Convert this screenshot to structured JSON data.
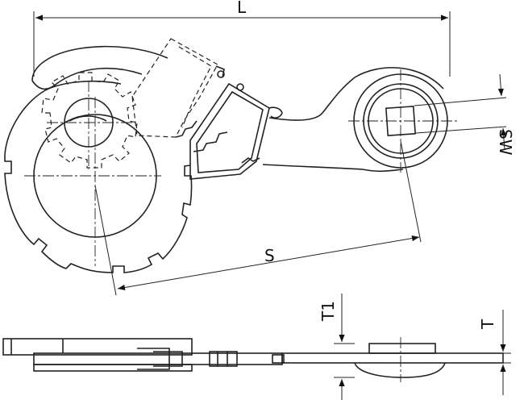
{
  "dimensions": {
    "L": "L",
    "S": "S",
    "SW": "SW",
    "T1": "T1",
    "T": "T"
  }
}
